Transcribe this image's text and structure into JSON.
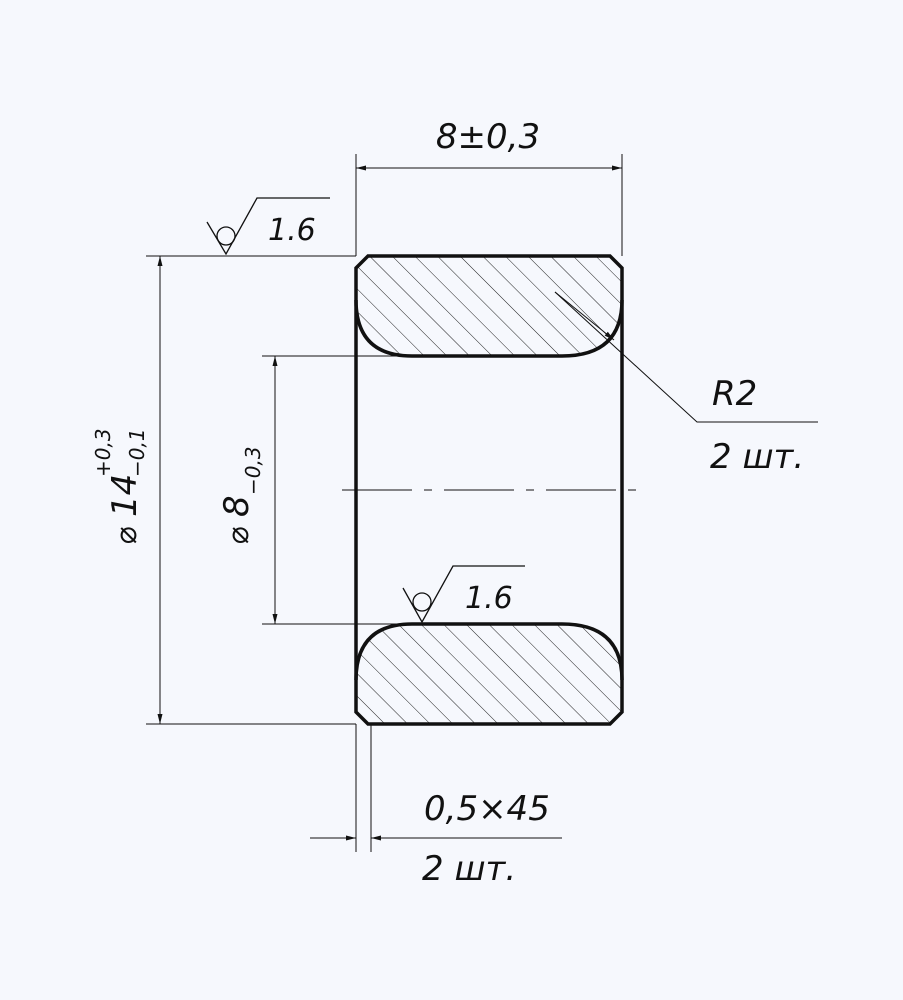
{
  "drawing": {
    "width_dim": "8±0,3",
    "outer_dia": {
      "symbol": "⌀",
      "base": "14",
      "upper": "+0,3",
      "lower": "−0,1"
    },
    "inner_dia": {
      "symbol": "⌀",
      "base": "8",
      "lower": "−0,3"
    },
    "roughness_top": "1.6",
    "roughness_inner": "1.6",
    "radius_callout": {
      "value": "R2",
      "count": "2 шт."
    },
    "chamfer_callout": {
      "value": "0,5×45",
      "count": "2 шт."
    }
  }
}
